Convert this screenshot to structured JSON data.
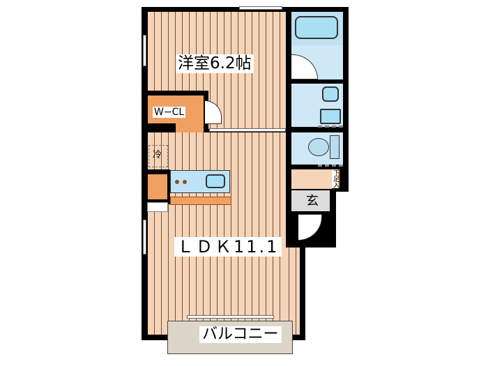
{
  "floorplan": {
    "rooms": {
      "western_room": {
        "label": "洋室6.2帖",
        "type": "洋室",
        "size": "6.2",
        "unit": "帖"
      },
      "walk_in_closet": {
        "label": "W−CL"
      },
      "refrigerator": {
        "label": "冷"
      },
      "ldk": {
        "label": "ＬＤＫ11.1",
        "type": "LDK",
        "size": "11.1"
      },
      "entrance": {
        "label": "玄"
      },
      "shoe_storage": {
        "label": "下足入"
      },
      "balcony": {
        "label": "バルコニー"
      }
    },
    "colors": {
      "floor": "#f6d4b8",
      "floor_lines": "#6b5040",
      "storage": "#f0a060",
      "wet_area": "#cfe8f6",
      "fixture": "#a8dff4",
      "balcony": "#ddd5c8",
      "entrance": "#dcdcdc",
      "wall": "#000000"
    }
  }
}
